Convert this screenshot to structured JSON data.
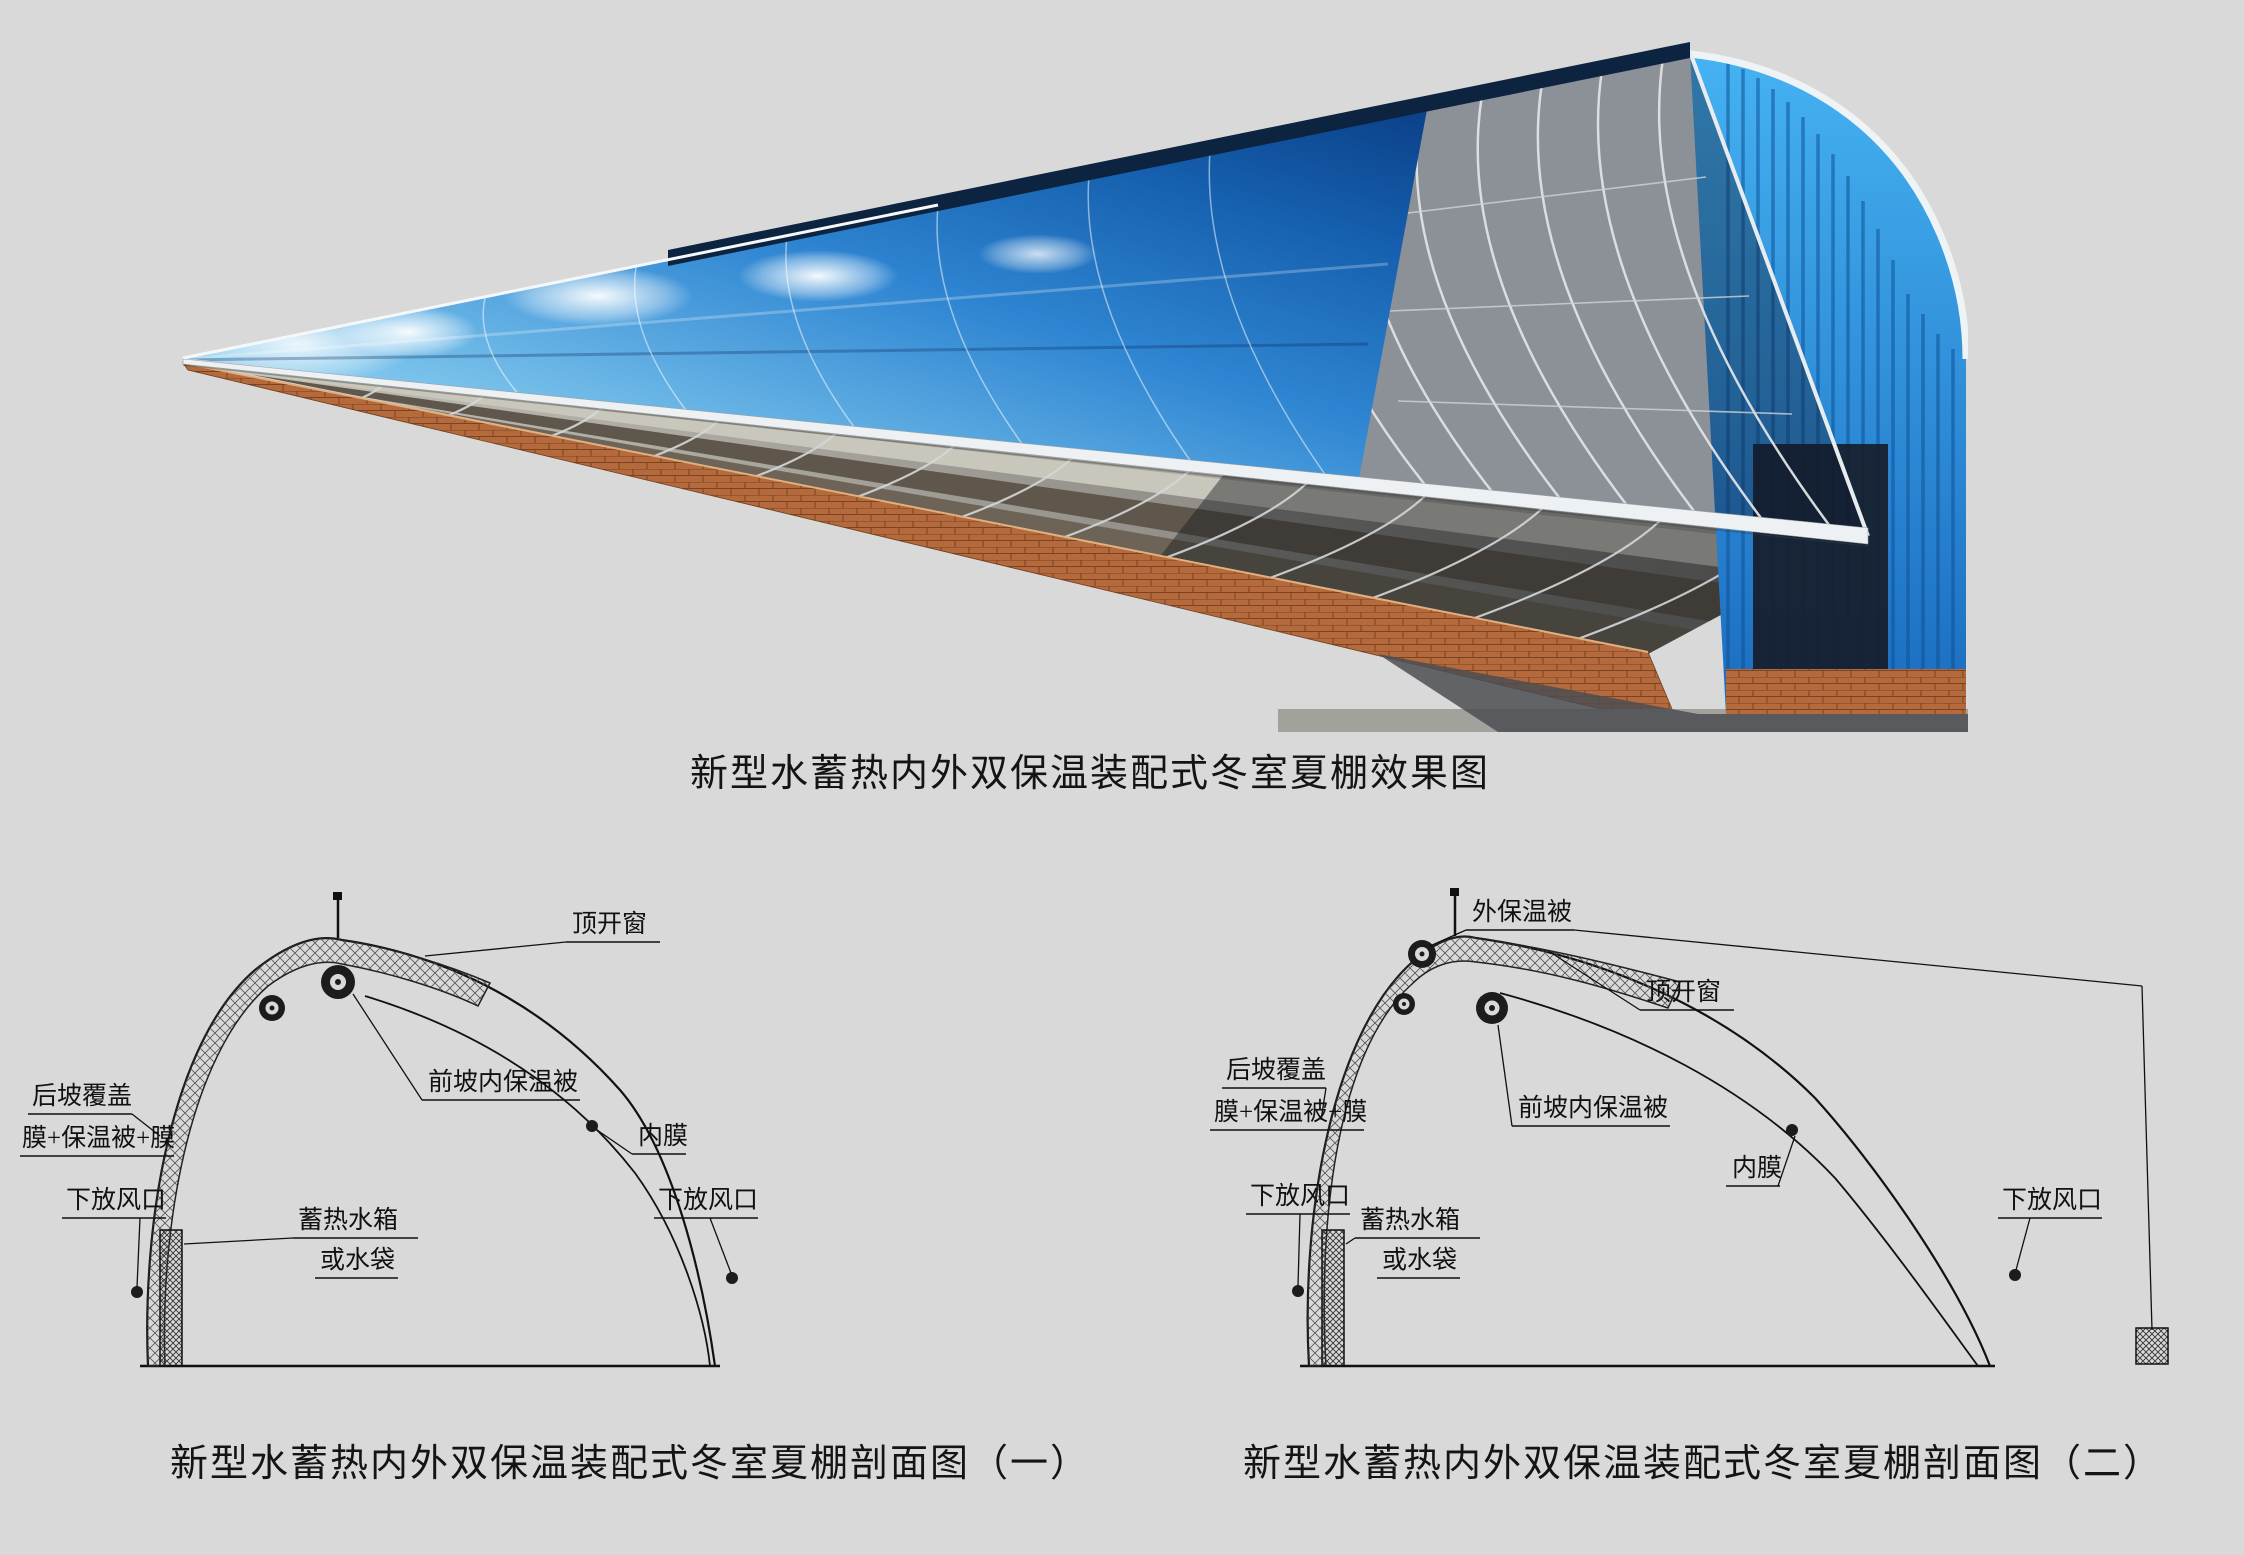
{
  "page": {
    "background": "#d9d9d9"
  },
  "render": {
    "caption": "新型水蓄热内外双保温装配式冬室夏棚效果图",
    "colors": {
      "film_blue": "#1f78c8",
      "end_wall_blue": "#2f9ae4",
      "brick": "#b46a3c",
      "frame_gray": "#dfe3e6",
      "tube_white": "#eef1f3"
    }
  },
  "labels": {
    "top_vent": "顶开窗",
    "rear_cover": "后坡覆盖",
    "rear_layers": "膜+保温被+膜",
    "front_quilt": "前坡内保温被",
    "inner_film": "内膜",
    "lower_vent": "下放风口",
    "water_tank": "蓄热水箱",
    "water_bag": "或水袋",
    "outer_quilt": "外保温被"
  },
  "diagram1": {
    "caption": "新型水蓄热内外双保温装配式冬室夏棚剖面图（一）"
  },
  "diagram2": {
    "caption": "新型水蓄热内外双保温装配式冬室夏棚剖面图（二）"
  }
}
